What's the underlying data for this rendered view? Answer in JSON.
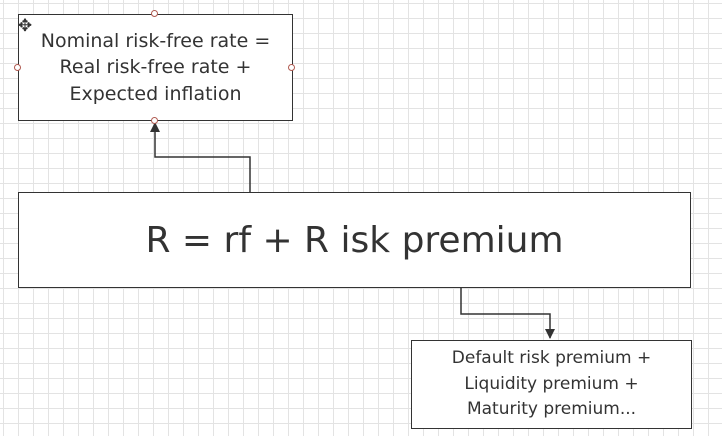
{
  "diagram": {
    "nodes": {
      "top": {
        "label": "Nominal risk-free rate =\nReal risk-free rate +\nExpected inflation"
      },
      "main": {
        "label": "R =  rf + R isk premium"
      },
      "bottom": {
        "label": "Default risk premium +\nLiquidity premium +\nMaturity premium..."
      }
    },
    "edges": [
      {
        "from": "main",
        "to": "top",
        "style": "elbow"
      },
      {
        "from": "main",
        "to": "bottom",
        "style": "elbow"
      }
    ],
    "selected_node": "top"
  },
  "icons": {
    "cursor": "move-cursor-icon",
    "resize_handle": "resize-handle-icon"
  },
  "colors": {
    "stroke": "#333333",
    "grid": "#e3e3e3",
    "handle": "#b05a50"
  }
}
